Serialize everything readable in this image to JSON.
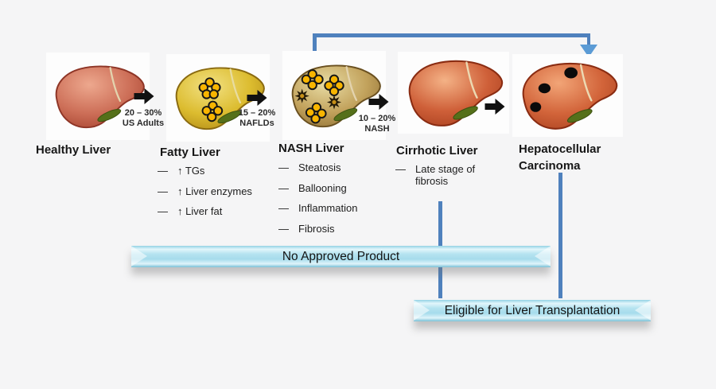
{
  "stages": [
    {
      "title": "Healthy Liver",
      "image": "healthy-liver-illustration",
      "bullets": []
    },
    {
      "title": "Fatty Liver",
      "image": "fatty-liver-illustration",
      "bullets": [
        "↑ TGs",
        "↑ Liver enzymes",
        "↑ Liver fat"
      ]
    },
    {
      "title": "NASH Liver",
      "image": "nash-liver-illustration",
      "bullets": [
        "Steatosis",
        "Ballooning",
        "Inflammation",
        "Fibrosis"
      ]
    },
    {
      "title": "Cirrhotic Liver",
      "image": "cirrhotic-liver-illustration",
      "bullets": [
        "Late stage of fibrosis"
      ]
    },
    {
      "title": "Hepatocellular Carcinoma",
      "image": "hepatocellular-carcinoma-illustration",
      "bullets": []
    }
  ],
  "transitions": [
    {
      "percent": "20 – 30%",
      "label": "US Adults"
    },
    {
      "percent": "15 – 20%",
      "label": "NAFLDs"
    },
    {
      "percent": "10 – 20%",
      "label": "NASH"
    }
  ],
  "banners": {
    "no_approved_product": "No Approved Product",
    "transplant_eligible": "Eligible for Liver Transplantation"
  },
  "markers": {
    "bullet_dash": "—"
  },
  "colors": {
    "background": "#f5f5f6",
    "panel_white": "#fdfdfd",
    "connector_blue": "#4f81bd",
    "arrowhead_blue": "#5b9bd5",
    "banner_cyan": "#aee0ee",
    "transition_arrow_black": "#111111",
    "healthy_liver_red": "#c96a55",
    "fatty_liver_yellow": "#ddbc2e",
    "nash_liver_tan": "#bf9f58",
    "cirrhotic_liver_orange": "#cc5c35",
    "hcc_liver_orange": "#d06438",
    "fat_globule_yellow": "#f8b500",
    "tumor_black": "#0d0d0d",
    "gallbladder_green": "#55701a"
  }
}
